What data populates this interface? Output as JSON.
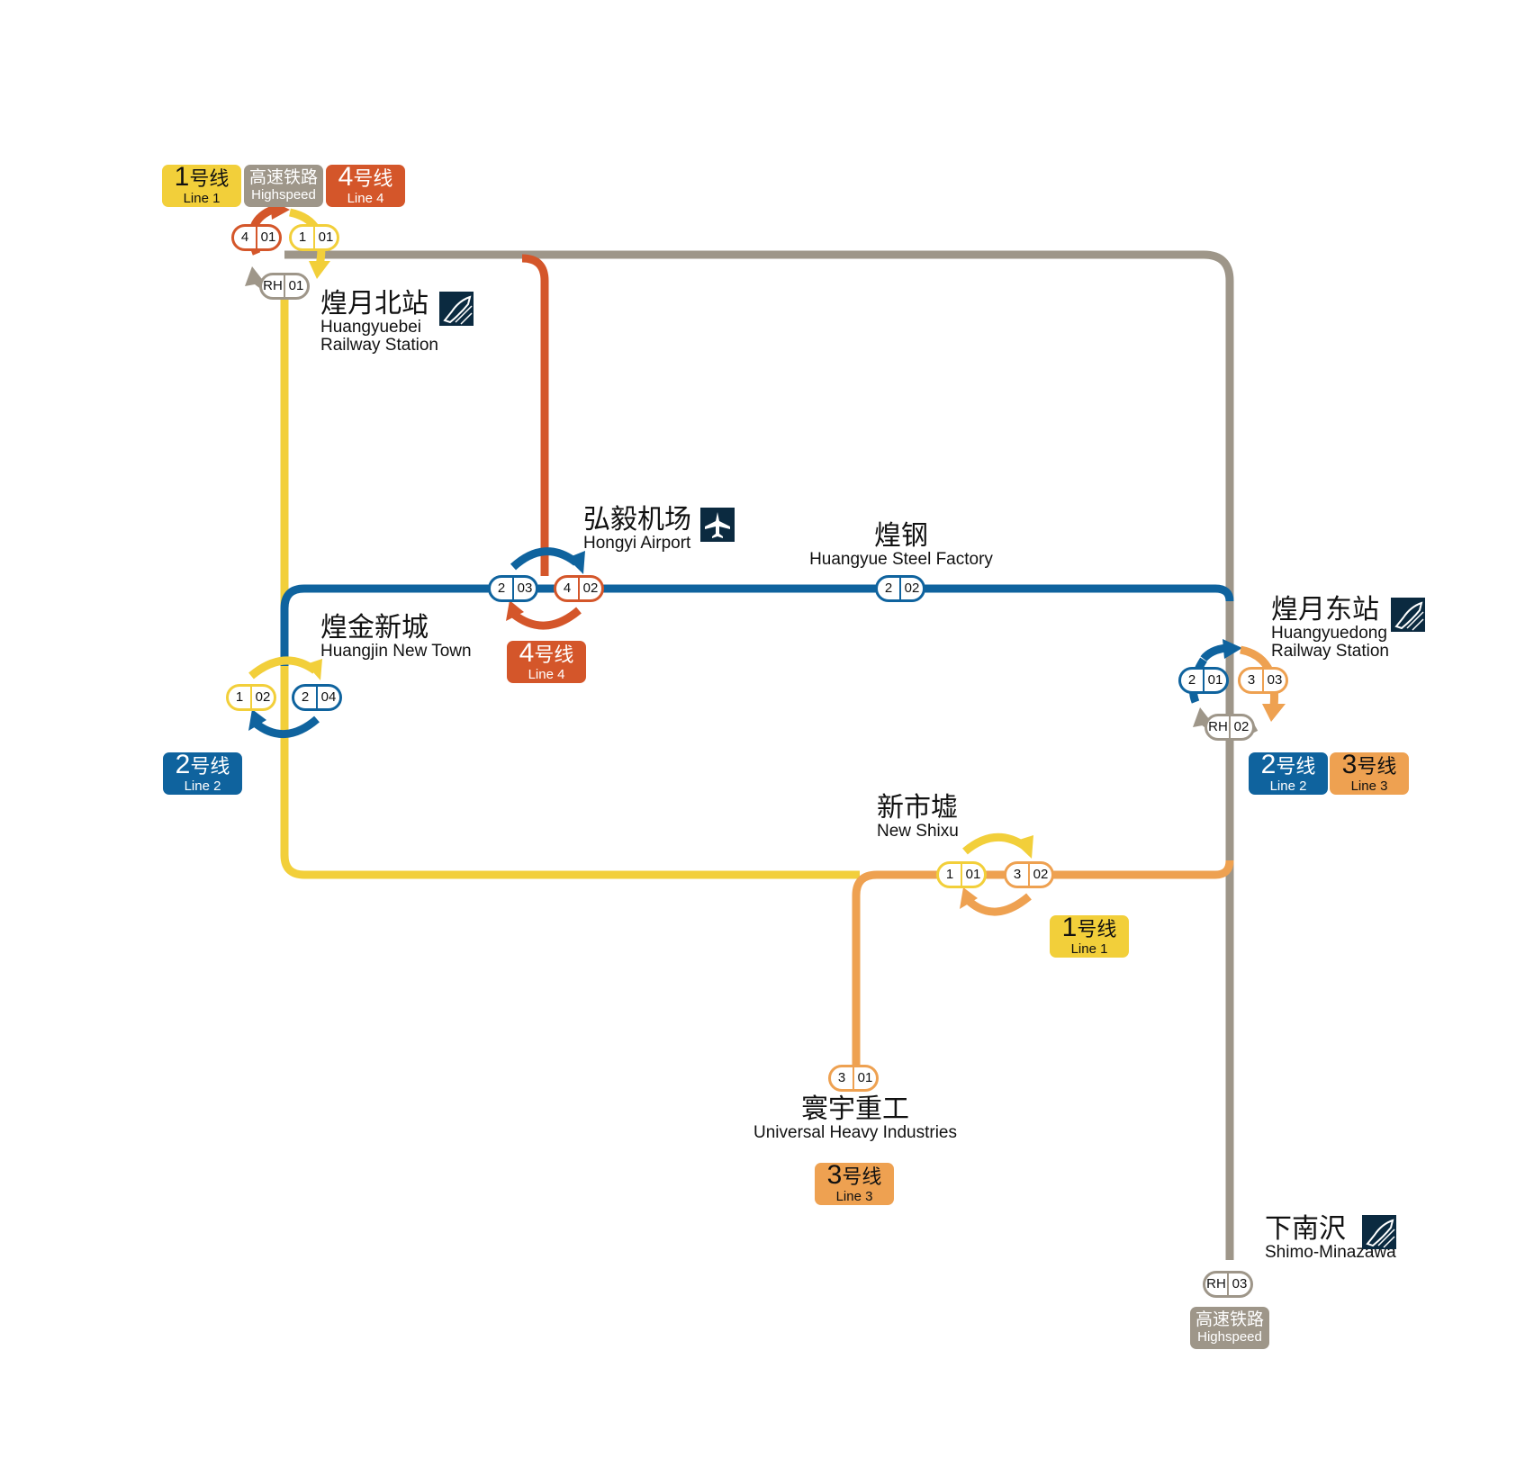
{
  "colors": {
    "line1": "#f2cf3a",
    "line2": "#0f639e",
    "line3": "#eea151",
    "line4": "#d4562a",
    "highspeed": "#9e9689",
    "icon_bg": "#0b2a40"
  },
  "lines": {
    "line1": {
      "zh_num": "1",
      "zh": "号线",
      "en": "Line 1"
    },
    "line2": {
      "zh_num": "2",
      "zh": "号线",
      "en": "Line 2"
    },
    "line3": {
      "zh_num": "3",
      "zh": "号线",
      "en": "Line 3"
    },
    "line4": {
      "zh_num": "4",
      "zh": "号线",
      "en": "Line 4"
    },
    "highspeed": {
      "zh": "高速铁路",
      "en": "Highspeed"
    }
  },
  "stations": {
    "huangyuebei": {
      "zh": "煌月北站",
      "en1": "Huangyuebei",
      "en2": "Railway Station",
      "icon": "train-icon",
      "codes": [
        {
          "line": "4",
          "num": "01"
        },
        {
          "line": "1",
          "num": "01"
        },
        {
          "line": "RH",
          "num": "01"
        }
      ]
    },
    "hongyi_airport": {
      "zh": "弘毅机场",
      "en": "Hongyi Airport",
      "icon": "airplane-icon",
      "codes": [
        {
          "line": "2",
          "num": "03"
        },
        {
          "line": "4",
          "num": "02"
        }
      ]
    },
    "steel_factory": {
      "zh": "煌钢",
      "en": "Huangyue Steel Factory",
      "codes": [
        {
          "line": "2",
          "num": "02"
        }
      ]
    },
    "huangjin": {
      "zh": "煌金新城",
      "en": "Huangjin New Town",
      "codes": [
        {
          "line": "1",
          "num": "02"
        },
        {
          "line": "2",
          "num": "04"
        }
      ]
    },
    "huangyuedong": {
      "zh": "煌月东站",
      "en1": "Huangyuedong",
      "en2": "Railway Station",
      "icon": "train-icon",
      "codes": [
        {
          "line": "2",
          "num": "01"
        },
        {
          "line": "3",
          "num": "03"
        },
        {
          "line": "RH",
          "num": "02"
        }
      ]
    },
    "new_shixu": {
      "zh": "新市墟",
      "en": "New Shixu",
      "codes": [
        {
          "line": "1",
          "num": "01"
        },
        {
          "line": "3",
          "num": "02"
        }
      ]
    },
    "universal_heavy": {
      "zh": "寰宇重工",
      "en": "Universal Heavy Industries",
      "codes": [
        {
          "line": "3",
          "num": "01"
        }
      ]
    },
    "shimo_minazawa": {
      "zh": "下南沢",
      "en": "Shimo-Minazawa",
      "icon": "train-icon",
      "codes": [
        {
          "line": "RH",
          "num": "03"
        }
      ]
    }
  }
}
